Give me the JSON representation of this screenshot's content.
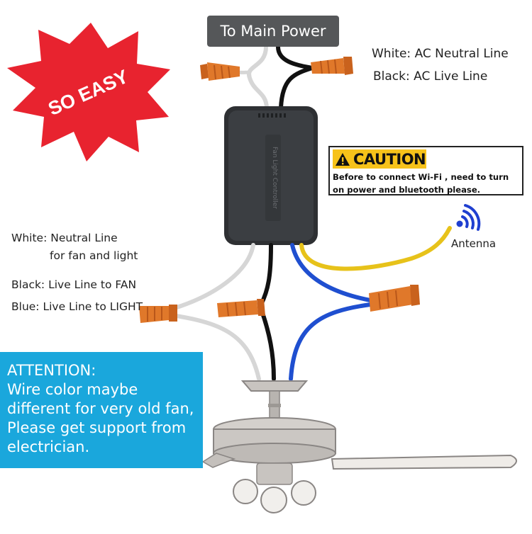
{
  "power_label": "To Main Power",
  "badge": {
    "text": "SO EASY",
    "color": "#e8232f"
  },
  "top_legend": {
    "white": "White: AC Neutral Line",
    "black": "Black: AC Live Line"
  },
  "caution": {
    "title": "CAUTION",
    "line1": "Before to connect Wi-Fi , need to turn",
    "line2": "on power and bluetooth please.",
    "color": "#f6c21a"
  },
  "antenna_label": "Antenna",
  "module_text": "Fan Light Controller",
  "bottom_legend": {
    "white_1": "White: Neutral Line",
    "white_2": "for fan and light",
    "black": "Black: Live Line to FAN",
    "blue": "Blue: Live Line to LIGHT"
  },
  "attention": {
    "title": "ATTENTION:",
    "line1": "Wire color maybe",
    "line2": "different for very old fan,",
    "line3": "Please get support from",
    "line4": "electrician.",
    "color": "#1aa7dc"
  },
  "wire_colors": {
    "white": "#d6d6d6",
    "black": "#111111",
    "blue": "#1f4fd0",
    "yellow": "#e7c21a",
    "connector": "#e0782a"
  }
}
